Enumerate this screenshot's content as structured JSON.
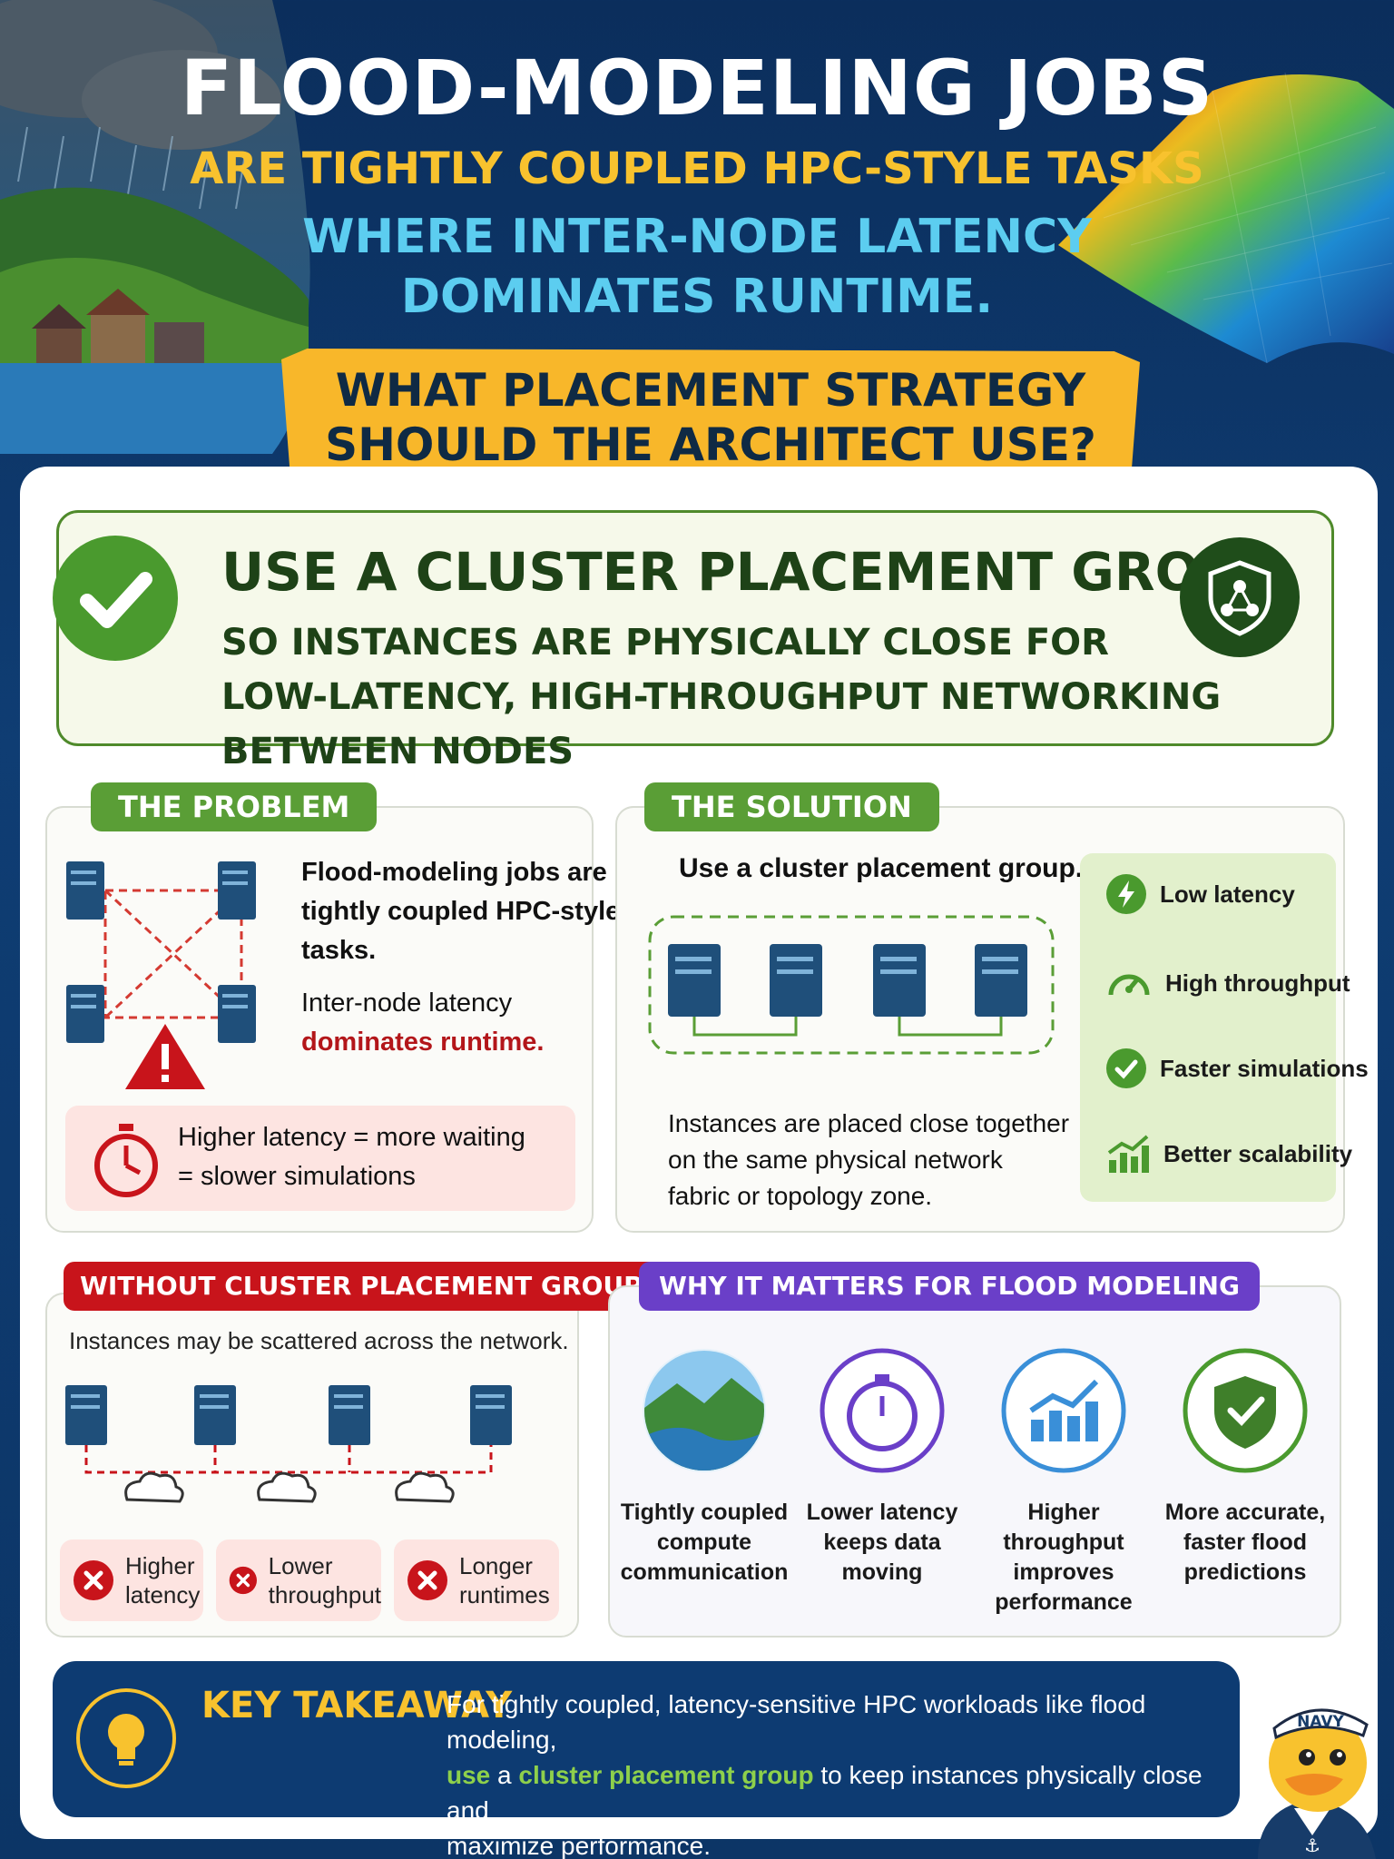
{
  "header": {
    "title": "FLOOD-MODELING JOBS",
    "subtitle_1": "ARE TIGHTLY COUPLED HPC-STYLE TASKS",
    "subtitle_2a": "WHERE INTER-NODE LATENCY",
    "subtitle_2b": "DOMINATES RUNTIME.",
    "question_1": "WHAT PLACEMENT STRATEGY",
    "question_2": "SHOULD THE ARCHITECT USE?"
  },
  "answer": {
    "title": "USE A CLUSTER PLACEMENT GROUP",
    "line_1": "SO INSTANCES ARE PHYSICALLY CLOSE FOR",
    "line_2": "LOW-LATENCY, HIGH-THROUGHPUT NETWORKING BETWEEN NODES"
  },
  "problem": {
    "tag": "THE PROBLEM",
    "text_1": "Flood-modeling jobs are",
    "text_2": "tightly coupled HPC-style",
    "text_3": "tasks.",
    "text_4": "Inter-node latency",
    "text_5": "dominates runtime.",
    "note_1": "Higher latency = more waiting",
    "note_2": "= slower simulations"
  },
  "solution": {
    "tag": "THE SOLUTION",
    "heading": "Use a cluster placement group.",
    "desc_1": "Instances are placed close together",
    "desc_2": "on the same physical network",
    "desc_3": "fabric or topology zone.",
    "benefits": [
      "Low latency",
      "High throughput",
      "Faster simulations",
      "Better scalability"
    ]
  },
  "without": {
    "tag": "WITHOUT CLUSTER PLACEMENT GROUP",
    "text": "Instances may be scattered across the network.",
    "chips": [
      {
        "a": "Higher",
        "b": "latency"
      },
      {
        "a": "Lower",
        "b": "throughput"
      },
      {
        "a": "Longer",
        "b": "runtimes"
      }
    ]
  },
  "why": {
    "tag": "WHY IT MATTERS FOR FLOOD MODELING",
    "items": [
      {
        "l1": "Tightly coupled",
        "l2": "compute",
        "l3": "communication",
        "l4": ""
      },
      {
        "l1": "Lower latency",
        "l2": "keeps data",
        "l3": "moving",
        "l4": ""
      },
      {
        "l1": "Higher",
        "l2": "throughput",
        "l3": "improves",
        "l4": "performance"
      },
      {
        "l1": "More accurate,",
        "l2": "faster flood",
        "l3": "predictions",
        "l4": ""
      }
    ]
  },
  "takeaway": {
    "label": "KEY TAKEAWAY",
    "line_1": "For tightly coupled, latency-sensitive HPC workloads like flood modeling,",
    "line_2a": "use",
    "line_2b": " a ",
    "line_2c": "cluster placement group",
    "line_2d": " to keep instances physically close and",
    "line_3": "maximize performance."
  },
  "mascot": {
    "hat_text": "NAVY"
  },
  "colors": {
    "navy": "#0b2e5c",
    "green": "#4a9a2e",
    "red": "#c8141b",
    "purple": "#6a3fc8",
    "yellow": "#f8c22e"
  }
}
